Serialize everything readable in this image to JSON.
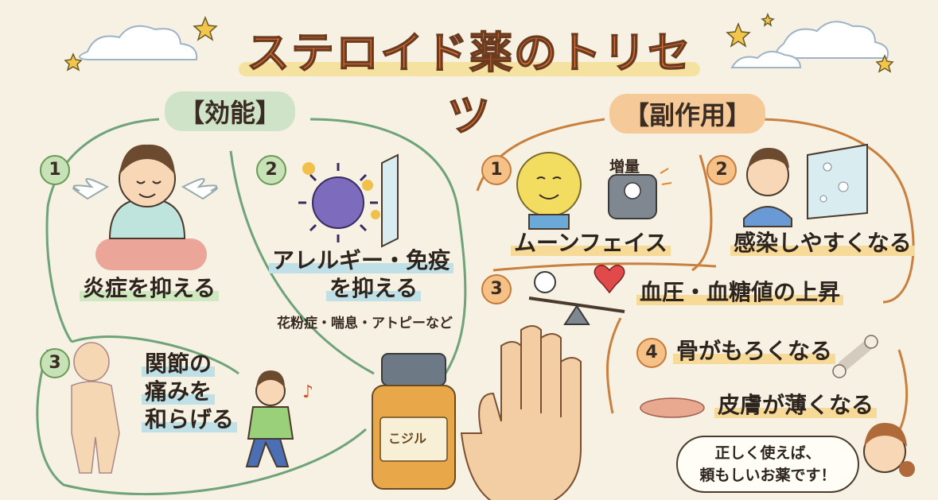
{
  "title": "ステロイド薬のトリセツ",
  "sections": {
    "effects": "【効能】",
    "side_effects": "【副作用】"
  },
  "effects": [
    {
      "num": "1",
      "label": "炎症を抑える"
    },
    {
      "num": "2",
      "label_line1": "アレルギー・免疫",
      "label_line2": "を抑える",
      "note": "花粉症・喘息・アトピーなど"
    },
    {
      "num": "3",
      "label_line1": "関節の",
      "label_line2": "痛みを",
      "label_line3": "和らげる"
    }
  ],
  "side_effects": [
    {
      "num": "1",
      "label": "ムーンフェイス",
      "scale_text": "増量"
    },
    {
      "num": "2",
      "label": "感染しやすくなる"
    },
    {
      "num": "3",
      "label": "血圧・血糖値の上昇"
    },
    {
      "num": "4",
      "label": "骨がもろくなる"
    },
    {
      "num": "",
      "label": "皮膚が薄くなる"
    }
  ],
  "bottle_label": "こジル",
  "speech": {
    "line1": "正しく使えば、",
    "line2": "頼もしいお薬です！"
  },
  "colors": {
    "background": "#f6f1e2",
    "title": "#e2703a",
    "effects_accent": "#cfe3c9",
    "side_effects_accent": "#f6c999"
  }
}
